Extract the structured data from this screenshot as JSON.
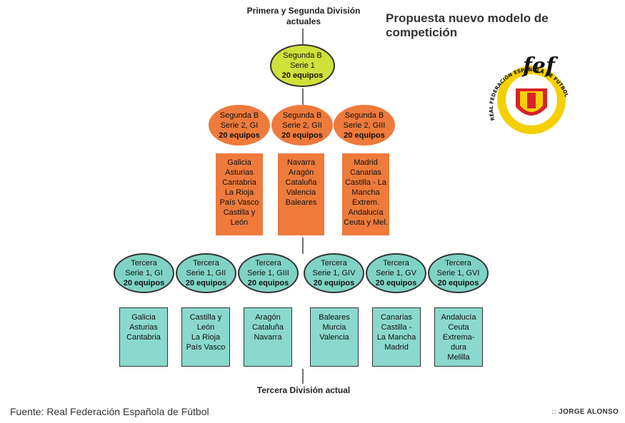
{
  "header": {
    "top_label_line1": "Primera y Segunda División",
    "top_label_line2": "actuales",
    "headline": "Propuesta nuevo modelo de competición"
  },
  "level1": {
    "name": "Segunda B",
    "series": "Serie 1",
    "teams": "20 equipos"
  },
  "level2": [
    {
      "name": "Segunda B",
      "series": "Serie 2, GI",
      "teams": "20 equipos",
      "regions": [
        "Galicia",
        "Asturias",
        "Cantabria",
        "La Rioja",
        "País Vasco",
        "Castilla y",
        "León"
      ]
    },
    {
      "name": "Segunda B",
      "series": "Serie 2, GII",
      "teams": "20 equipos",
      "regions": [
        "Navarra",
        "Aragón",
        "Cataluña",
        "Valencia",
        "Baleares"
      ]
    },
    {
      "name": "Segunda B",
      "series": "Serie 2, GIII",
      "teams": "20 equipos",
      "regions": [
        "Madrid",
        "Canarias",
        "Castilla - La",
        "Mancha",
        "Extrem.",
        "Andalucía",
        "Ceuta y Mel."
      ]
    }
  ],
  "level3": [
    {
      "name": "Tercera",
      "series": "Serie 1, GI",
      "teams": "20 equipos",
      "regions": [
        "Galicia",
        "Asturias",
        "Cantabria"
      ]
    },
    {
      "name": "Tercera",
      "series": "Serie 1, GII",
      "teams": "20 equipos",
      "regions": [
        "Castilla y",
        "León",
        "La Rioja",
        "País Vasco"
      ]
    },
    {
      "name": "Tercera",
      "series": "Serie 1, GIII",
      "teams": "20 equipos",
      "regions": [
        "Aragón",
        "Cataluña",
        "Navarra"
      ]
    },
    {
      "name": "Tercera",
      "series": "Serie 1, GIV",
      "teams": "20 equipos",
      "regions": [
        "Baleares",
        "Murcia",
        "Valencia"
      ]
    },
    {
      "name": "Tercera",
      "series": "Serie 1, GV",
      "teams": "20 equipos",
      "regions": [
        "Canarias",
        "Castilla -",
        "La Mancha",
        "Madrid"
      ]
    },
    {
      "name": "Tercera",
      "series": "Serie 1, GVI",
      "teams": "20 equipos",
      "regions": [
        "Andalucía",
        "Ceuta",
        "Extrema-",
        "dura",
        "Melilla"
      ]
    }
  ],
  "footer": {
    "bottom_label": "Tercera División actual",
    "source": "Fuente: Real Federación Española de Fútbol",
    "credit": "JORGE ALONSO"
  },
  "logo": {
    "icon": "rfef-crest-icon",
    "ring_text": "REAL FEDERACIÓN ESPAÑOLA DE FÚTBOL",
    "letters": "fef"
  },
  "colors": {
    "green": "#cfe13a",
    "orange": "#ee7a3c",
    "teal": "#8ad9cc",
    "logo_red": "#d9232a",
    "logo_yellow": "#f5d000"
  }
}
